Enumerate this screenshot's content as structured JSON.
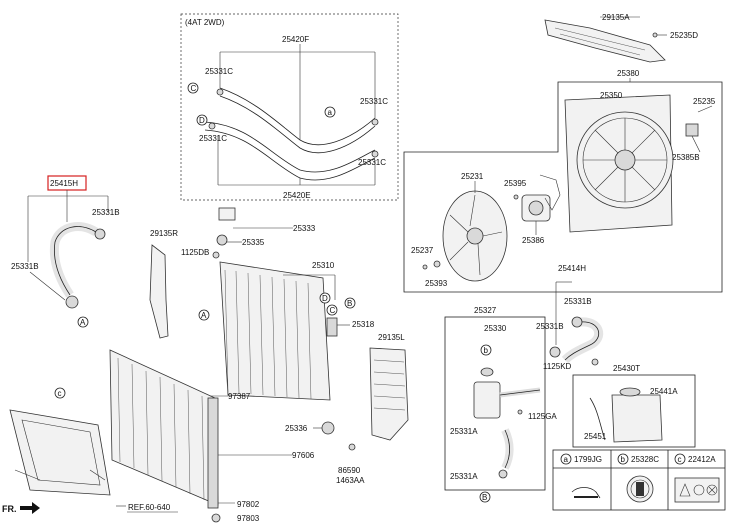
{
  "variant_box": {
    "title": "(4AT 2WD)"
  },
  "parts": {
    "p29135A": "29135A",
    "p25235D": "25235D",
    "p25380": "25380",
    "p25350": "25350",
    "p25235": "25235",
    "p25385B": "25385B",
    "p25420F": "25420F",
    "p25331C_a": "25331C",
    "p25331C_b": "25331C",
    "p25331C_c": "25331C",
    "p25331C_d": "25331C",
    "p25420E": "25420E",
    "p25415H": "25415H",
    "p25331B_a": "25331B",
    "p25331B_b": "25331B",
    "p29135R": "29135R",
    "p1125DB": "1125DB",
    "p25333": "25333",
    "p25335": "25335",
    "p25231": "25231",
    "p25395": "25395",
    "p25386": "25386",
    "p25237": "25237",
    "p25393": "25393",
    "p25310": "25310",
    "p25318": "25318",
    "p29135L": "29135L",
    "p25414H": "25414H",
    "p25331B_c": "25331B",
    "p25331B_d": "25331B",
    "p25327": "25327",
    "p25330": "25330",
    "p25430T": "25430T",
    "p1125KD": "1125KD",
    "p25441A": "25441A",
    "p1125GA": "1125GA",
    "p25331A_a": "25331A",
    "p25331A_b": "25331A",
    "p25451": "25451",
    "p97387": "97387",
    "p25336": "25336",
    "p97606": "97606",
    "p86590": "86590",
    "p1463AA": "1463AA",
    "p97802": "97802",
    "p97803": "97803",
    "ref": "REF.60-640",
    "fr": "FR."
  },
  "callouts": {
    "a": "a",
    "b": "b",
    "c": "c",
    "d": "D",
    "A": "A",
    "B": "B",
    "C": "C",
    "D": "D"
  },
  "legend": [
    {
      "mark": "a",
      "code": "1799JG"
    },
    {
      "mark": "b",
      "code": "25328C"
    },
    {
      "mark": "c",
      "code": "22412A"
    }
  ],
  "colors": {
    "highlight": "#d62020",
    "line": "#222222"
  }
}
